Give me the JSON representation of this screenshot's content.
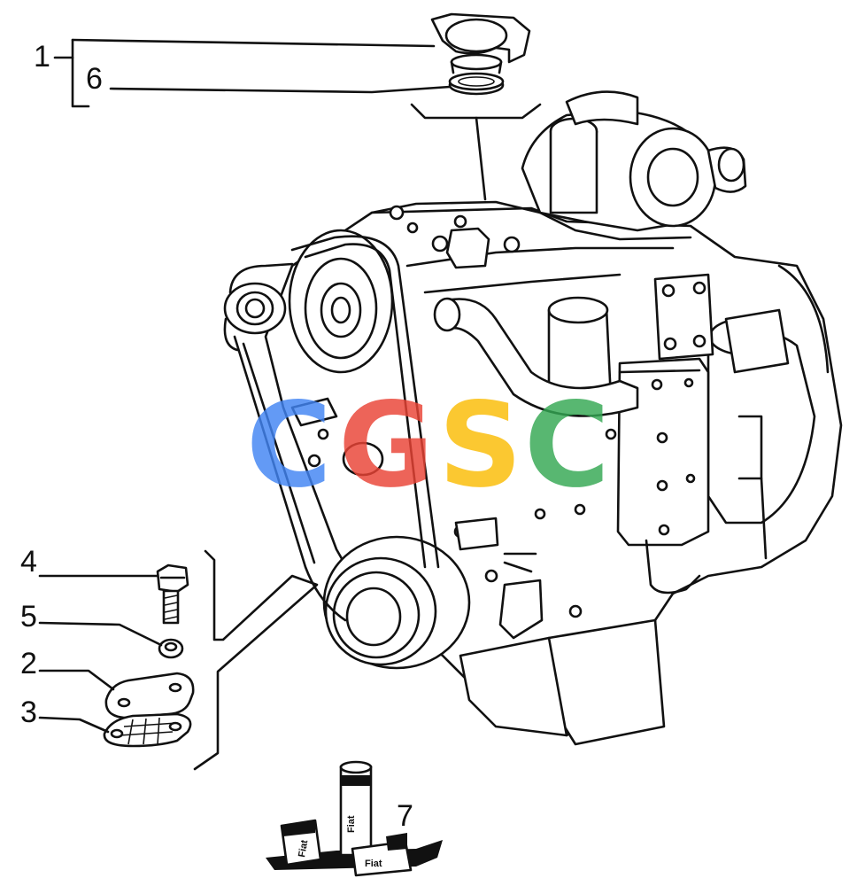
{
  "diagram": {
    "callouts": [
      {
        "id": "c1",
        "label": "1"
      },
      {
        "id": "c6",
        "label": "6"
      },
      {
        "id": "c4",
        "label": "4"
      },
      {
        "id": "c5",
        "label": "5"
      },
      {
        "id": "c2",
        "label": "2"
      },
      {
        "id": "c3",
        "label": "3"
      },
      {
        "id": "c7",
        "label": "7"
      }
    ],
    "packaging": {
      "tube_text": "Fiat",
      "box_left_text": "Fiat",
      "box_right_text": "Fiat"
    }
  },
  "watermark": {
    "letters": [
      {
        "char": "C",
        "color": "#4285f4"
      },
      {
        "char": "G",
        "color": "#ea4335"
      },
      {
        "char": "S",
        "color": "#fbbc05"
      },
      {
        "char": "C",
        "color": "#34a853"
      }
    ]
  }
}
